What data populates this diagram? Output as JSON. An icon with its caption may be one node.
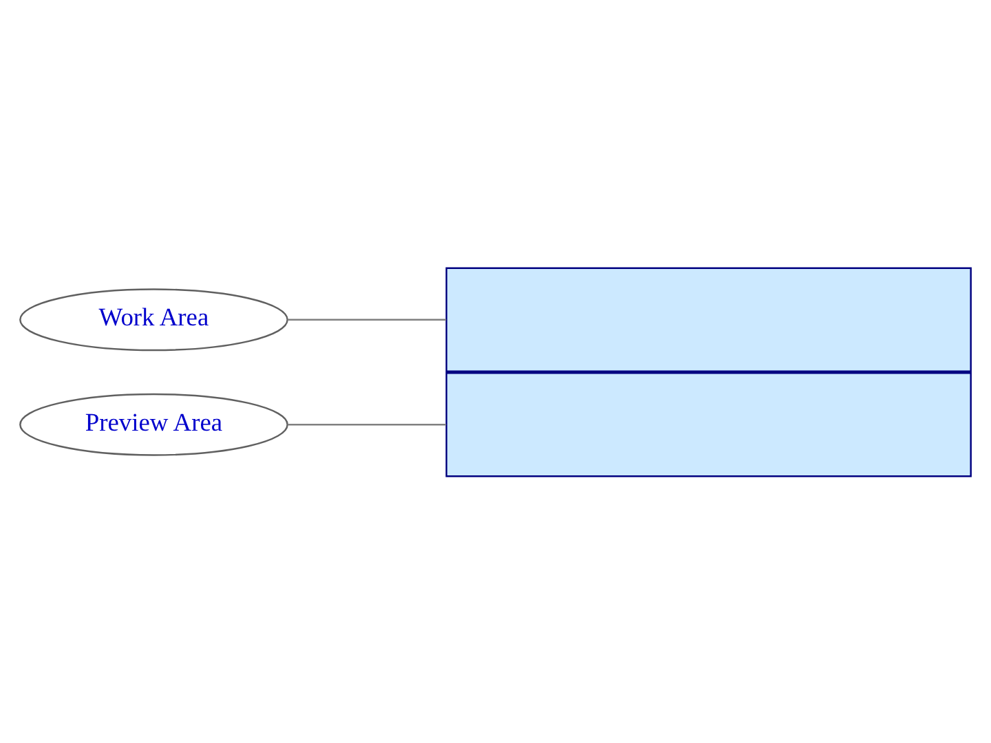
{
  "diagram": {
    "nodes": [
      {
        "text": [
          "Work Area"
        ]
      },
      {
        "text": [
          "Preview Area"
        ]
      },
      {
        "text": [],
        "shape": "box"
      },
      {
        "text": [],
        "shape": "box"
      }
    ],
    "edges": [
      {
        "from": 0,
        "to": 2,
        "arrow": "none"
      },
      {
        "from": 1,
        "to": 3,
        "arrow": "none"
      }
    ]
  }
}
